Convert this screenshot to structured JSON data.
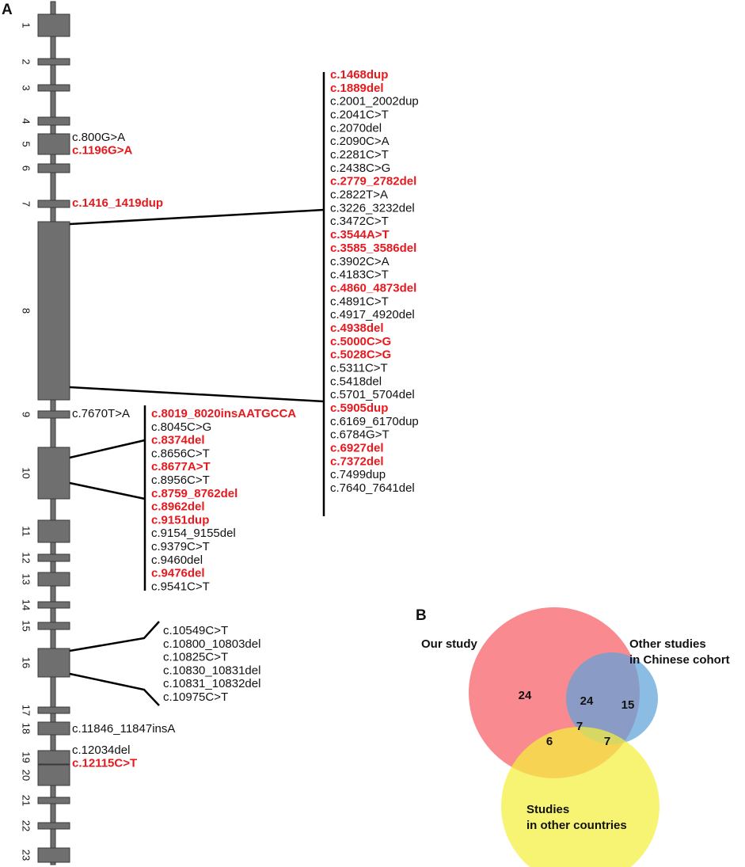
{
  "panel_a": {
    "label": "A",
    "exons": [
      {
        "label": "1"
      },
      {
        "label": "2"
      },
      {
        "label": "3"
      },
      {
        "label": "4"
      },
      {
        "label": "5"
      },
      {
        "label": "6"
      },
      {
        "label": "7"
      },
      {
        "label": "8"
      },
      {
        "label": "9"
      },
      {
        "label": "10"
      },
      {
        "label": "11"
      },
      {
        "label": "12"
      },
      {
        "label": "13"
      },
      {
        "label": "14"
      },
      {
        "label": "15"
      },
      {
        "label": "16"
      },
      {
        "label": "17"
      },
      {
        "label": "18"
      },
      {
        "label": "19"
      },
      {
        "label": "20"
      },
      {
        "label": "21"
      },
      {
        "label": "22"
      },
      {
        "label": "23"
      }
    ],
    "variant_groups": {
      "exon5": [
        {
          "text": "c.800G>A",
          "highlight": false
        },
        {
          "text": "c.1196G>A",
          "highlight": true
        }
      ],
      "exon7": [
        {
          "text": "c.1416_1419dup",
          "highlight": true
        }
      ],
      "exon8": [
        {
          "text": "c.1468dup",
          "highlight": true
        },
        {
          "text": "c.1889del",
          "highlight": true
        },
        {
          "text": "c.2001_2002dup",
          "highlight": false
        },
        {
          "text": "c.2041C>T",
          "highlight": false
        },
        {
          "text": "c.2070del",
          "highlight": false
        },
        {
          "text": "c.2090C>A",
          "highlight": false
        },
        {
          "text": "c.2281C>T",
          "highlight": false
        },
        {
          "text": "c.2438C>G",
          "highlight": false
        },
        {
          "text": "c.2779_2782del",
          "highlight": true
        },
        {
          "text": "c.2822T>A",
          "highlight": false
        },
        {
          "text": "c.3226_3232del",
          "highlight": false
        },
        {
          "text": "c.3472C>T",
          "highlight": false
        },
        {
          "text": "c.3544A>T",
          "highlight": true
        },
        {
          "text": "c.3585_3586del",
          "highlight": true
        },
        {
          "text": "c.3902C>A",
          "highlight": false
        },
        {
          "text": "c.4183C>T",
          "highlight": false
        },
        {
          "text": "c.4860_4873del",
          "highlight": true
        },
        {
          "text": "c.4891C>T",
          "highlight": false
        },
        {
          "text": "c.4917_4920del",
          "highlight": false
        },
        {
          "text": "c.4938del",
          "highlight": true
        },
        {
          "text": "c.5000C>G",
          "highlight": true
        },
        {
          "text": "c.5028C>G",
          "highlight": true
        },
        {
          "text": "c.5311C>T",
          "highlight": false
        },
        {
          "text": "c.5418del",
          "highlight": false
        },
        {
          "text": "c.5701_5704del",
          "highlight": false
        },
        {
          "text": "c.5905dup",
          "highlight": true
        },
        {
          "text": "c.6169_6170dup",
          "highlight": false
        },
        {
          "text": "c.6784G>T",
          "highlight": false
        },
        {
          "text": "c.6927del",
          "highlight": true
        },
        {
          "text": "c.7372del",
          "highlight": true
        },
        {
          "text": "c.7499dup",
          "highlight": false
        },
        {
          "text": "c.7640_7641del",
          "highlight": false
        }
      ],
      "exon9": [
        {
          "text": "c.7670T>A",
          "highlight": false
        }
      ],
      "exon10": [
        {
          "text": "c.8019_8020insAATGCCA",
          "highlight": true
        },
        {
          "text": "c.8045C>G",
          "highlight": false
        },
        {
          "text": "c.8374del",
          "highlight": true
        },
        {
          "text": "c.8656C>T",
          "highlight": false
        },
        {
          "text": "c.8677A>T",
          "highlight": true
        },
        {
          "text": "c.8956C>T",
          "highlight": false
        },
        {
          "text": "c.8759_8762del",
          "highlight": true
        },
        {
          "text": "c.8962del",
          "highlight": true
        },
        {
          "text": "c.9151dup",
          "highlight": true
        },
        {
          "text": "c.9154_9155del",
          "highlight": false
        },
        {
          "text": "c.9379C>T",
          "highlight": false
        },
        {
          "text": "c.9460del",
          "highlight": false
        },
        {
          "text": "c.9476del",
          "highlight": true
        },
        {
          "text": "c.9541C>T",
          "highlight": false
        }
      ],
      "exon16": [
        {
          "text": "c.10549C>T",
          "highlight": false
        },
        {
          "text": "c.10800_10803del",
          "highlight": false
        },
        {
          "text": "c.10825C>T",
          "highlight": false
        },
        {
          "text": "c.10830_10831del",
          "highlight": false
        },
        {
          "text": "c.10831_10832del",
          "highlight": false
        },
        {
          "text": "c.10975C>T",
          "highlight": false
        }
      ],
      "exon18": [
        {
          "text": "c.11846_11847insA",
          "highlight": false
        }
      ],
      "exon19": [
        {
          "text": "c.12034del",
          "highlight": false
        },
        {
          "text": "c.12115C>T",
          "highlight": true
        }
      ]
    }
  },
  "panel_b": {
    "label": "B",
    "sets": [
      {
        "id": "our",
        "name": "Our study",
        "color": "#f7696f"
      },
      {
        "id": "chinese",
        "name_line1": "Other studies",
        "name_line2": "in Chinese cohort",
        "color": "#5ea3d9"
      },
      {
        "id": "other",
        "name_line1": "Studies",
        "name_line2": "in other countries",
        "color": "#f5f03d"
      }
    ],
    "counts": {
      "our_only": "24",
      "our_chinese": "24",
      "chinese_only": "15",
      "all_three": "7",
      "our_other": "6",
      "chinese_other": "7"
    }
  },
  "colors": {
    "highlight": "#e8181d",
    "normal_text": "#111111",
    "exon_fill": "#6f6f6f"
  }
}
